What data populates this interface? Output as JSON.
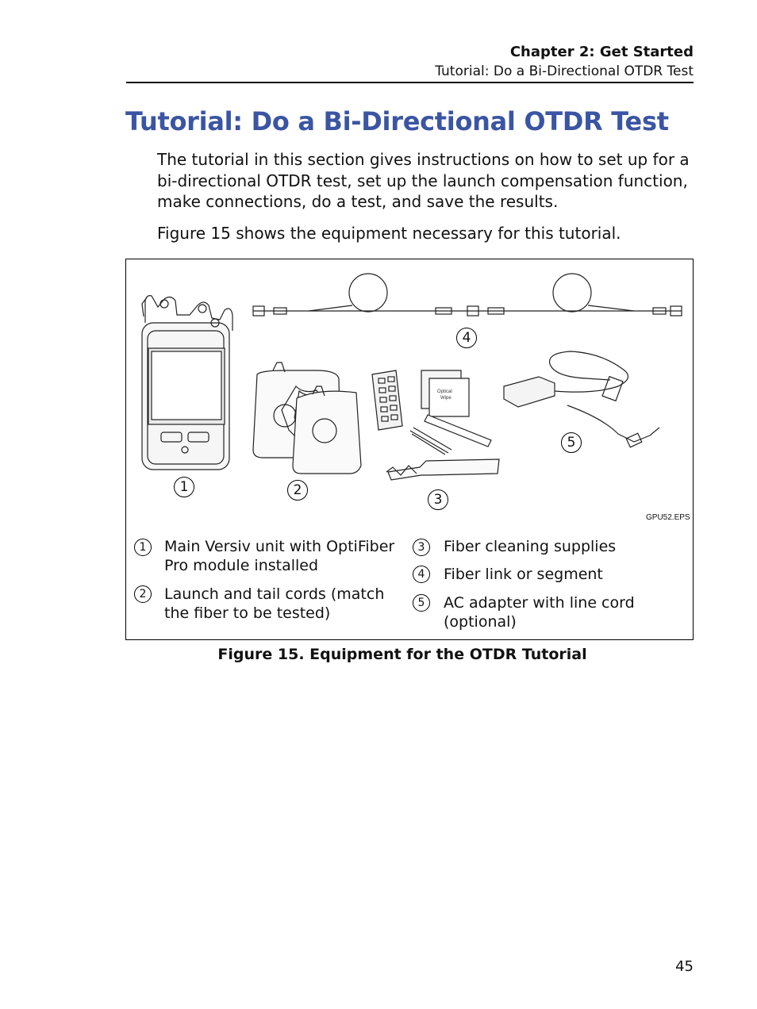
{
  "header": {
    "chapter": "Chapter 2: Get Started",
    "section": "Tutorial: Do a Bi-Directional OTDR Test"
  },
  "title": "Tutorial: Do a Bi-Directional OTDR Test",
  "paragraphs": [
    "The tutorial in this section gives instructions on how to set up for a bi-directional OTDR test, set up the launch compensation function, make connections, do a test, and save the results.",
    "Figure 15 shows the equipment necessary for this tutorial."
  ],
  "figure": {
    "file_label": "GPU52.EPS",
    "callouts": [
      "1",
      "2",
      "3",
      "4",
      "5"
    ],
    "legend": [
      {
        "num": "1",
        "text": "Main Versiv unit with OptiFiber Pro module installed"
      },
      {
        "num": "2",
        "text": "Launch and tail cords (match the fiber to be tested)"
      },
      {
        "num": "3",
        "text": "Fiber cleaning supplies"
      },
      {
        "num": "4",
        "text": "Fiber link or segment"
      },
      {
        "num": "5",
        "text": "AC adapter with line cord (optional)"
      }
    ],
    "caption": "Figure 15. Equipment for the OTDR Tutorial"
  },
  "page_number": "45"
}
